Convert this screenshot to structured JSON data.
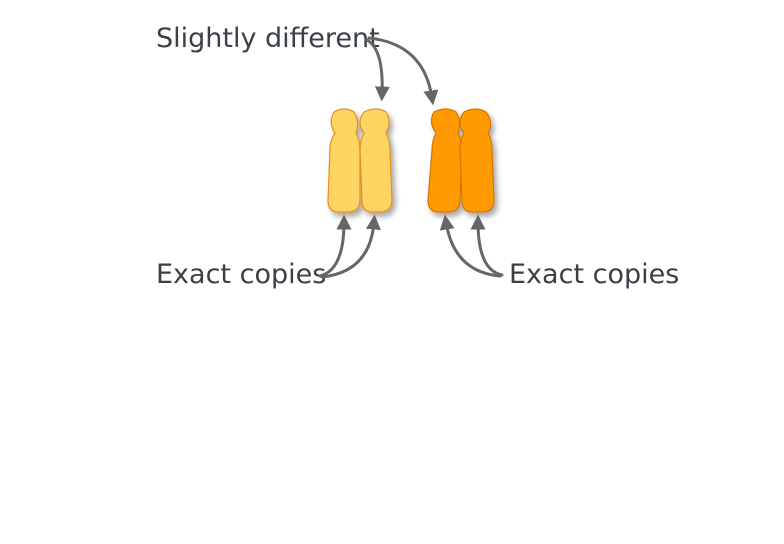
{
  "labels": {
    "top": "Slightly different",
    "left": "Exact copies",
    "right": "Exact copies"
  },
  "chromosomes": [
    {
      "name": "left-pair",
      "fill": "#ffd464",
      "stroke": "#e58f1e"
    },
    {
      "name": "right-pair",
      "fill": "#ff9a00",
      "stroke": "#d67400"
    }
  ],
  "arrow_color": "#666666"
}
